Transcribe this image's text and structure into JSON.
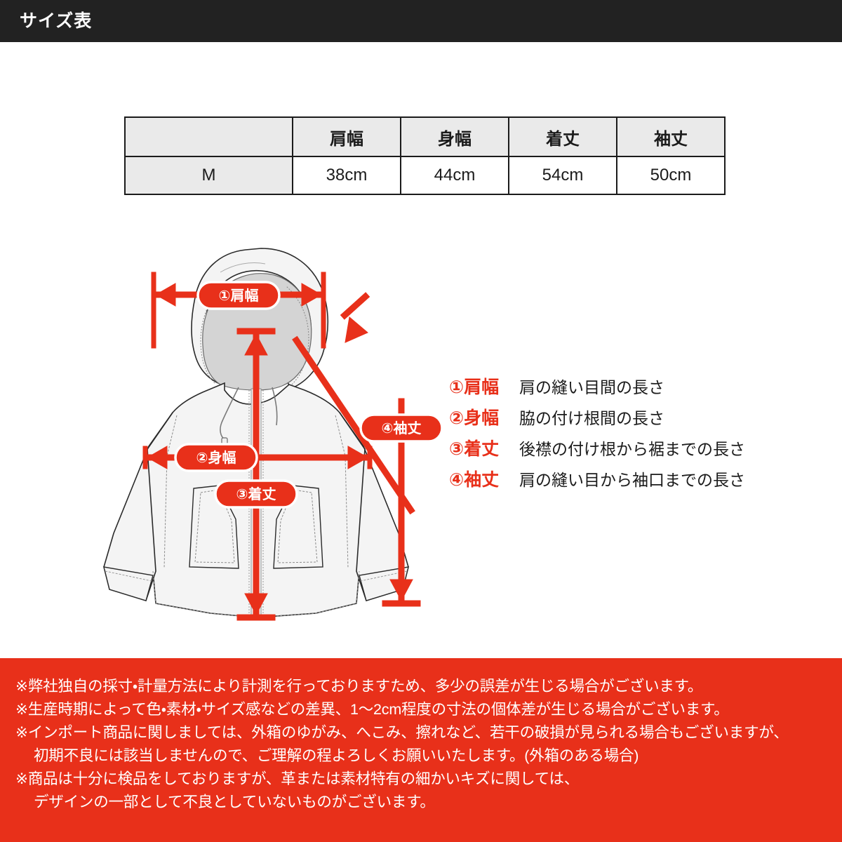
{
  "header": {
    "title": "サイズ表"
  },
  "size_table": {
    "columns": [
      "",
      "肩幅",
      "身幅",
      "着丈",
      "袖丈"
    ],
    "rows": [
      {
        "size": "M",
        "values": [
          "38cm",
          "44cm",
          "54cm",
          "50cm"
        ]
      }
    ]
  },
  "diagram": {
    "badges": {
      "shoulder": "①肩幅",
      "chest": "②身幅",
      "length": "③着丈",
      "sleeve": "④袖丈"
    }
  },
  "legend": {
    "items": [
      {
        "key": "①肩幅",
        "desc": "肩の縫い目間の長さ"
      },
      {
        "key": "②身幅",
        "desc": "脇の付け根間の長さ"
      },
      {
        "key": "③着丈",
        "desc": "後襟の付け根から裾までの長さ"
      },
      {
        "key": "④袖丈",
        "desc": "肩の縫い目から袖口までの長さ"
      }
    ]
  },
  "notice": {
    "lines": [
      {
        "text": "※弊社独自の採寸・計量方法により計測を行っておりますため、多少の誤差が生じる場合がございます。",
        "indent": false
      },
      {
        "text": "※生産時期によって色・素材・サイズ感などの差異、1〜2cm程度の寸法の個体差が生じる場合がございます。",
        "indent": false
      },
      {
        "text": "※インポート商品に関しましては、外箱のゆがみ、へこみ、擦れなど、若干の破損が見られる場合もございますが、",
        "indent": false
      },
      {
        "text": "初期不良には該当しませんので、ご理解の程よろしくお願いいたします。(外箱のある場合)",
        "indent": true
      },
      {
        "text": "※商品は十分に検品をしておりますが、革または素材特有の細かいキズに関しては、",
        "indent": false
      },
      {
        "text": "デザインの一部として不良としていないものがございます。",
        "indent": true
      }
    ]
  },
  "colors": {
    "header_bg": "#222222",
    "accent_red": "#e8301a",
    "table_header_bg": "#eaeaea",
    "table_border": "#1b1b1b",
    "garment_fill": "#f4f4f4",
    "hood_inner": "#d4d4d4"
  }
}
